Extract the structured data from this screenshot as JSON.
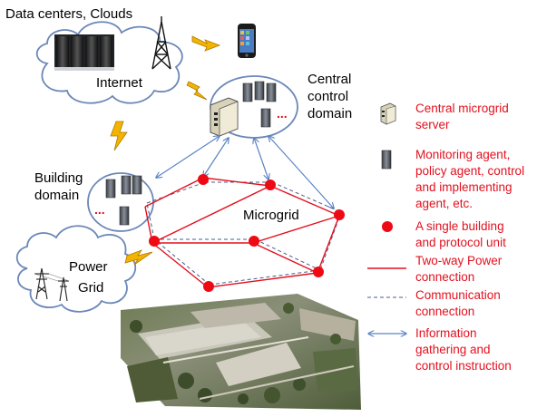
{
  "labels": {
    "data_centers": "Data centers, Clouds",
    "internet": "Internet",
    "central_line1": "Central",
    "central_line2": "control",
    "central_line3": "domain",
    "building_line1": "Building",
    "building_line2": "domain",
    "microgrid": "Microgrid",
    "power_line1": "Power",
    "power_line2": "Grid",
    "ellipsis_central": "...",
    "ellipsis_building": "..."
  },
  "legend": [
    {
      "icon": "central-server-icon",
      "lines": [
        "Central microgrid",
        "server"
      ]
    },
    {
      "icon": "agent-server-icon",
      "lines": [
        "Monitoring agent,",
        "policy agent, control",
        "and implementing",
        "agent, etc."
      ]
    },
    {
      "icon": "building-node-icon",
      "lines": [
        "A single building",
        "and protocol unit"
      ]
    },
    {
      "icon": "power-line-icon",
      "lines": [
        "Two-way Power",
        "connection"
      ]
    },
    {
      "icon": "communication-line-icon",
      "lines": [
        "Communication",
        "connection"
      ]
    },
    {
      "icon": "bidirectional-arrow-icon",
      "lines": [
        "Information",
        "gathering and",
        "control instruction"
      ]
    }
  ],
  "colors": {
    "legend_text": "#e3101e",
    "node": "#ee0a14",
    "power_line": "#e3101e",
    "comm_line": "#4a5f8c",
    "arrow": "#5b84c4",
    "lightning": "#f2b400"
  }
}
